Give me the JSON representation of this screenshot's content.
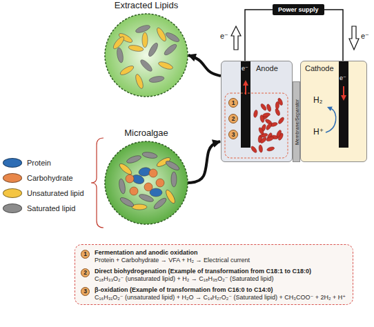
{
  "diagram": {
    "nodes": [
      {
        "text": [
          "Extracted Lipids"
        ]
      },
      {
        "text": [
          "Power supply"
        ]
      },
      {
        "text": [
          "Anode"
        ]
      },
      {
        "text": [
          "1"
        ],
        "in": 2
      },
      {
        "text": [
          "2"
        ],
        "in": 2
      },
      {
        "text": [
          "3"
        ],
        "in": 2
      },
      {
        "text": [
          "Membrane/Separator"
        ]
      },
      {
        "text": [
          "Cathode"
        ]
      },
      {
        "text": [
          "Microalgae"
        ]
      },
      {
        "text": [
          "Fermentation and anodic oxidation",
          "Protein + Carbohydrate → VFA + H₂ → Electrical current",
          "Direct biohydrogenation (Example of transformation from C18:1 to C18:0)",
          "C₁₈H₃₃O₂⁻ (unsaturated lipid) + H₂ → C₁₈H₃₅O₂⁻ (Saturated lipid)",
          "β-oxidation (Example of transformation from C16:0 to C14:0)",
          "C₁₆H₃₁O₂⁻ (unsaturated lipid) + H₂O → C₁₄H₂₇O₂⁻ (Saturated lipid) + CH₃COO⁻ + 2H₂ + H⁺"
        ]
      },
      {
        "text": [
          "1"
        ],
        "in": 9
      },
      {
        "text": [
          "2"
        ],
        "in": 9
      },
      {
        "text": [
          "3"
        ],
        "in": 9
      }
    ],
    "edges": [
      {
        "from": 8,
        "to": 2,
        "arrow": "to"
      },
      {
        "from": 2,
        "to": 0,
        "arrow": "to"
      },
      {
        "from": 1,
        "to": 2,
        "arrow": "none"
      },
      {
        "from": 1,
        "to": 7,
        "arrow": "none"
      }
    ],
    "labels": [
      "e⁻",
      "e⁻",
      "e⁻",
      "e⁻",
      "H₂",
      "H⁺"
    ],
    "legend": [
      {
        "text": "Protein",
        "color": "#2e6db4"
      },
      {
        "text": "Carbohydrate",
        "color": "#e8874a"
      },
      {
        "text": "Unsaturated lipid",
        "color": "#f4c542"
      },
      {
        "text": "Saturated lipid",
        "color": "#8c8c8c"
      }
    ]
  }
}
